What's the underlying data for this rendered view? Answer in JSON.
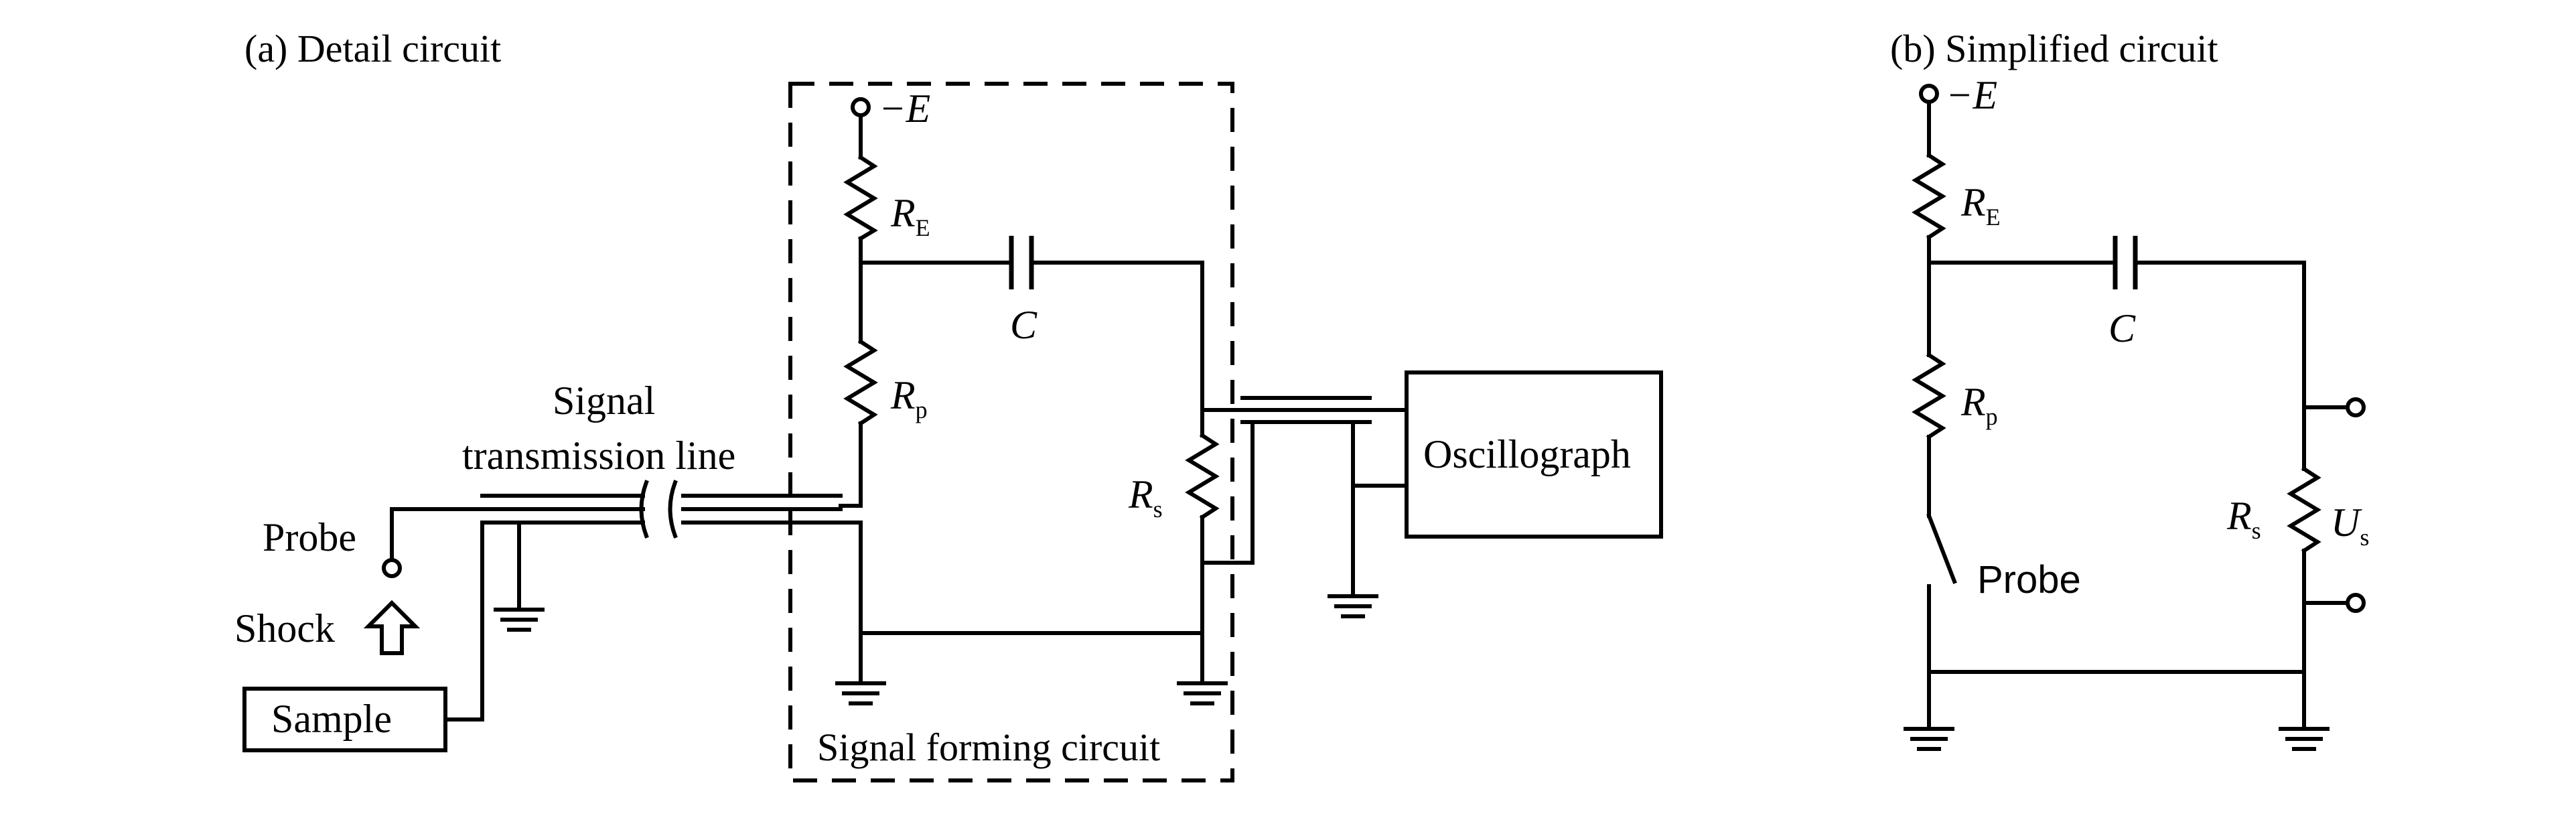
{
  "panel_a": {
    "title": "(a) Detail circuit",
    "voltage": "−E",
    "re": {
      "letter": "R",
      "sub": "E"
    },
    "rp": {
      "letter": "R",
      "sub": "p"
    },
    "rs": {
      "letter": "R",
      "sub": "s"
    },
    "cap": "C",
    "line_label_1": "Signal",
    "line_label_2": "transmission line",
    "probe": "Probe",
    "shock": "Shock",
    "sample": "Sample",
    "oscillograph": "Oscillograph",
    "forming": "Signal forming circuit"
  },
  "panel_b": {
    "title": "(b) Simplified circuit",
    "voltage": "−E",
    "re": {
      "letter": "R",
      "sub": "E"
    },
    "rp": {
      "letter": "R",
      "sub": "p"
    },
    "rs": {
      "letter": "R",
      "sub": "s"
    },
    "us": {
      "letter": "U",
      "sub": "s"
    },
    "cap": "C",
    "probe": "Probe"
  }
}
